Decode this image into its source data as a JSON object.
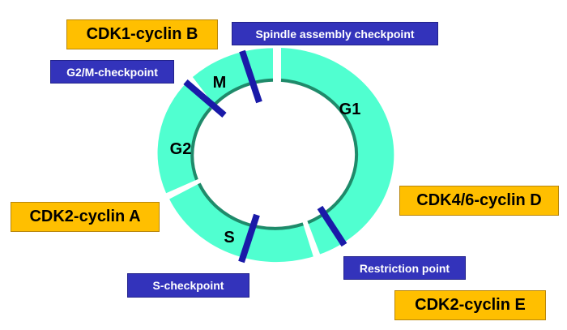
{
  "phases": {
    "g1": "G1",
    "s": "S",
    "g2": "G2",
    "m": "M"
  },
  "cyclins": {
    "cdk1_cyclin_b": "CDK1-cyclin B",
    "cdk2_cyclin_a": "CDK2-cyclin A",
    "cdk46_cyclin_d": "CDK4/6-cyclin D",
    "cdk2_cyclin_e": "CDK2-cyclin E"
  },
  "checkpoints": {
    "spindle_assembly": "Spindle assembly checkpoint",
    "g2m": "G2/M-checkpoint",
    "s": "S-checkpoint",
    "restriction": "Restriction point"
  },
  "colors": {
    "ring_fill": "#50ffd0",
    "ring_inner_edge": "#1f8a6a",
    "checkpoint_bar": "#1a1aa8",
    "cyclin_box": "#ffbf00",
    "checkpoint_box": "#3333bb"
  }
}
